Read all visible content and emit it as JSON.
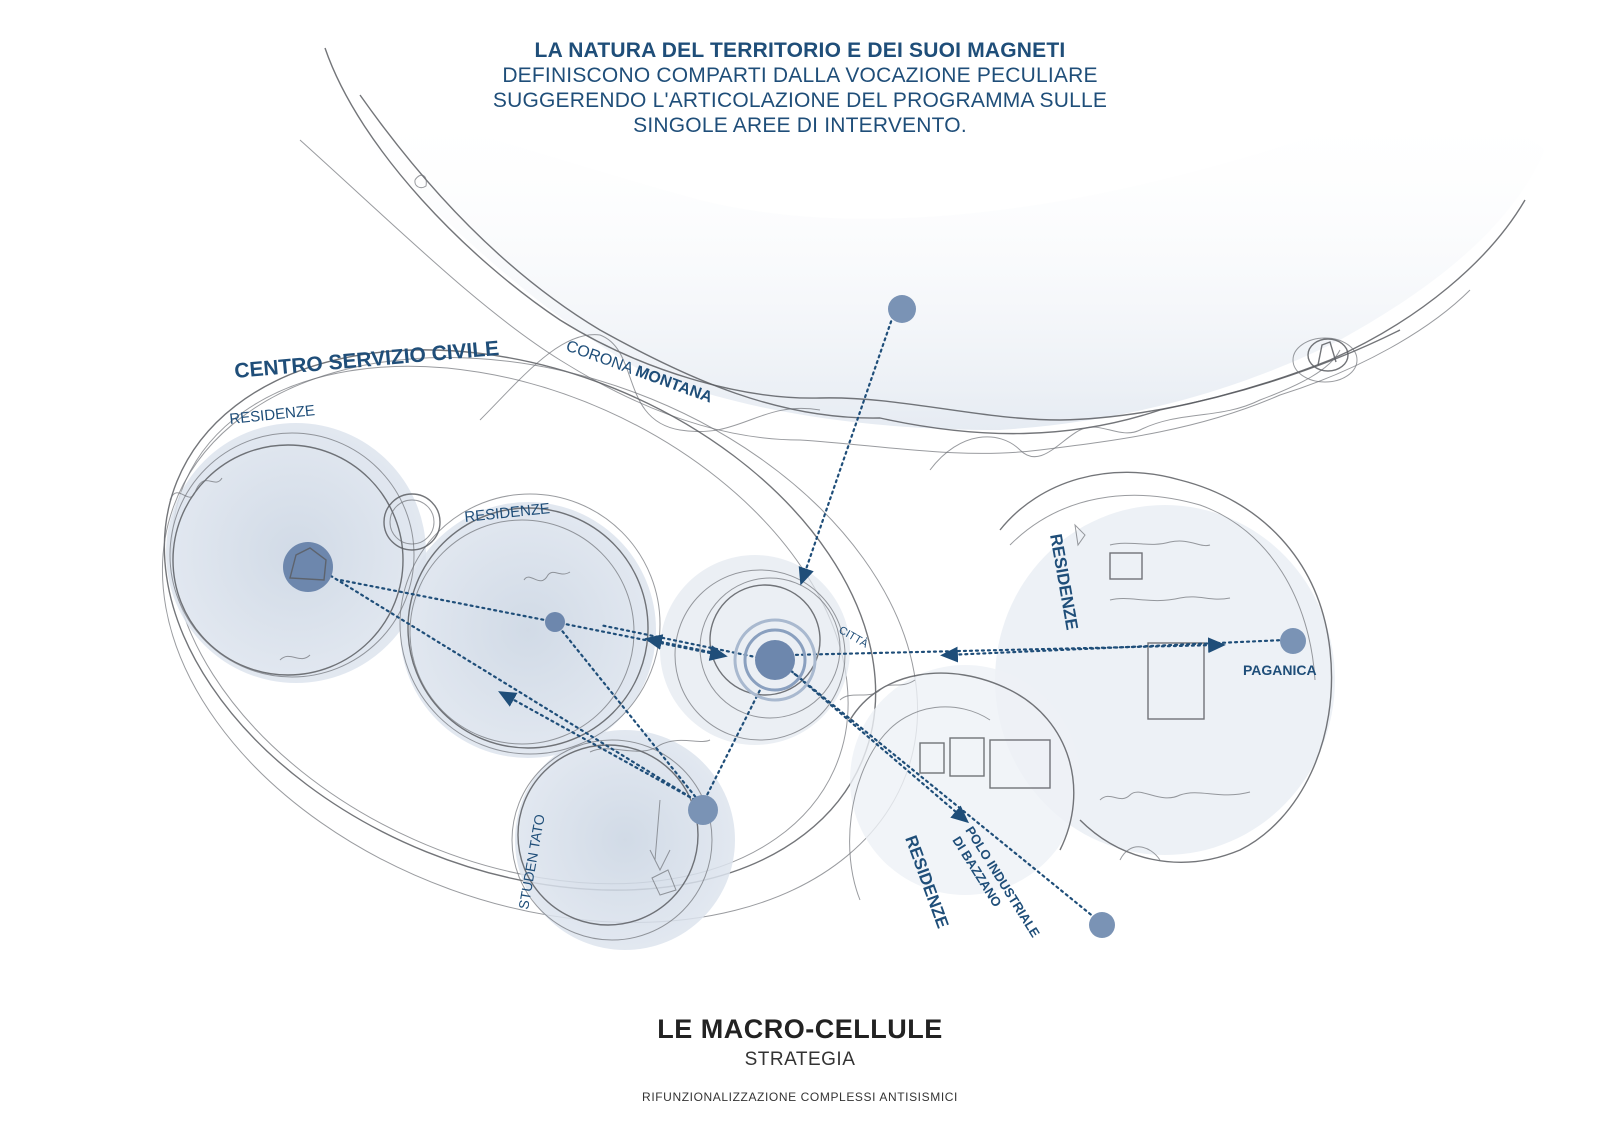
{
  "header": {
    "line1": "LA NATURA DEL TERRITORIO E DEI SUOI MAGNETI",
    "line2": "DEFINISCONO COMPARTI DALLA VOCAZIONE PECULIARE",
    "line3": "SUGGERENDO L'ARTICOLAZIONE DEL PROGRAMMA SULLE",
    "line4": "SINGOLE AREE DI INTERVENTO."
  },
  "labels": {
    "centro_servizio": "CENTRO SERVIZIO CIVILE",
    "residenze_1": "RESIDENZE",
    "residenze_2": "RESIDENZE",
    "corona_a": "CORONA ",
    "corona_b": "MONTANA",
    "citta": "CITTÀ",
    "residenze_right": "RESIDENZE",
    "paganica": "PAGANICA",
    "residenze_bottom": "RESIDENZE",
    "polo_1": "POLO INDUSTRIALE",
    "polo_2": "DI BAZZANO",
    "studentato": "STUDEN TATO"
  },
  "footer": {
    "title": "LE MACRO-CELLULE",
    "subtitle": "STRATEGIA",
    "caption": "RIFUNZIONALIZZAZIONE COMPLESSI ANTISISMICI"
  },
  "colors": {
    "accent": "#1f4e79",
    "node_fill": "#7a93b5",
    "cell_fill": "#dfe6ef",
    "sketch": "#5b5d62"
  }
}
